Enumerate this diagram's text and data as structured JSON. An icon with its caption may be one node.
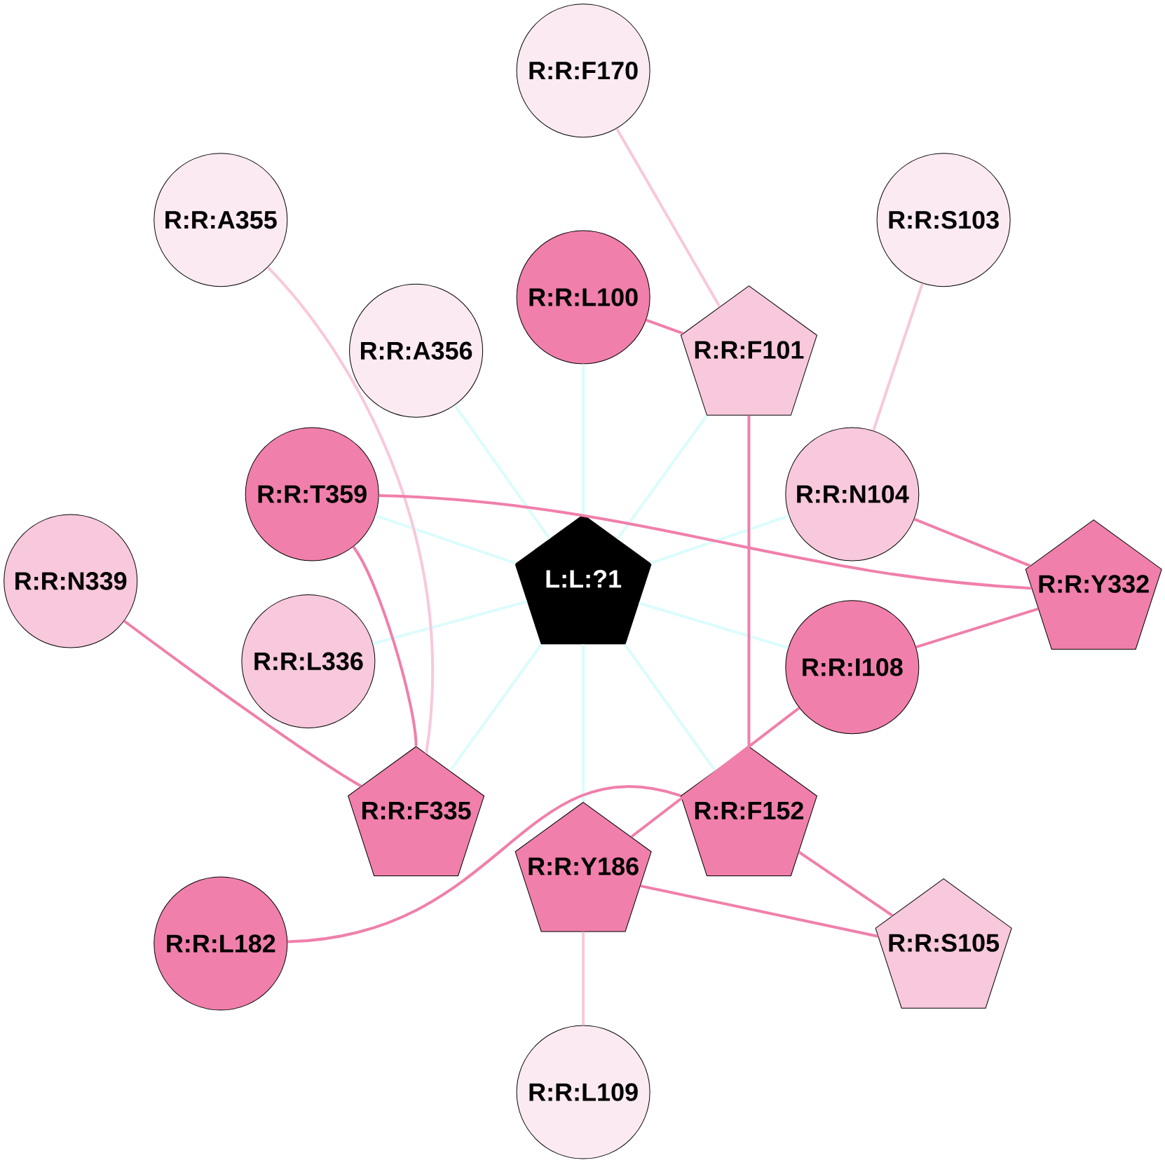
{
  "diagram": {
    "nodes": [
      {
        "text": [
          "L:L:?1"
        ]
      },
      {
        "text": [
          "R:R:F170"
        ]
      },
      {
        "text": [
          "R:R:A355"
        ]
      },
      {
        "text": [
          "R:R:S103"
        ]
      },
      {
        "text": [
          "R:R:L100"
        ]
      },
      {
        "text": [
          "R:R:F101"
        ]
      },
      {
        "text": [
          "R:R:A356"
        ]
      },
      {
        "text": [
          "R:R:T359"
        ]
      },
      {
        "text": [
          "R:R:N104"
        ]
      },
      {
        "text": [
          "R:R:N339"
        ]
      },
      {
        "text": [
          "R:R:Y332"
        ]
      },
      {
        "text": [
          "R:R:L336"
        ]
      },
      {
        "text": [
          "R:R:I108"
        ]
      },
      {
        "text": [
          "R:R:F335"
        ]
      },
      {
        "text": [
          "R:R:F152"
        ]
      },
      {
        "text": [
          "R:R:Y186"
        ]
      },
      {
        "text": [
          "R:R:L182"
        ]
      },
      {
        "text": [
          "R:R:S105"
        ]
      },
      {
        "text": [
          "R:R:L109"
        ]
      }
    ],
    "edges": [
      {
        "from": 0,
        "to": 4,
        "arrow": "none",
        "color": "#dcfcfc"
      },
      {
        "from": 0,
        "to": 5,
        "arrow": "none",
        "color": "#dcfcfc"
      },
      {
        "from": 0,
        "to": 6,
        "arrow": "none",
        "color": "#dcfcfc"
      },
      {
        "from": 0,
        "to": 7,
        "arrow": "none",
        "color": "#dcfcfc"
      },
      {
        "from": 0,
        "to": 8,
        "arrow": "none",
        "color": "#dcfcfc"
      },
      {
        "from": 0,
        "to": 11,
        "arrow": "none",
        "color": "#dcfcfc"
      },
      {
        "from": 0,
        "to": 12,
        "arrow": "none",
        "color": "#dcfcfc"
      },
      {
        "from": 0,
        "to": 13,
        "arrow": "none",
        "color": "#dcfcfc"
      },
      {
        "from": 0,
        "to": 14,
        "arrow": "none",
        "color": "#dcfcfc"
      },
      {
        "from": 0,
        "to": 15,
        "arrow": "none",
        "color": "#dcfcfc"
      },
      {
        "from": 1,
        "to": 5,
        "arrow": "none",
        "color": "#f8c8dc"
      },
      {
        "from": 2,
        "to": 13,
        "arrow": "none",
        "color": "#f8c8dc"
      },
      {
        "from": 3,
        "to": 8,
        "arrow": "none",
        "color": "#f8c8dc"
      },
      {
        "from": 15,
        "to": 18,
        "arrow": "none",
        "color": "#f8c8dc"
      },
      {
        "from": 4,
        "to": 5,
        "arrow": "none",
        "color": "#f07fab"
      },
      {
        "from": 5,
        "to": 14,
        "arrow": "none",
        "color": "#f07fab"
      },
      {
        "from": 7,
        "to": 10,
        "arrow": "none",
        "color": "#f07fab"
      },
      {
        "from": 8,
        "to": 10,
        "arrow": "none",
        "color": "#f07fab"
      },
      {
        "from": 10,
        "to": 12,
        "arrow": "none",
        "color": "#f07fab"
      },
      {
        "from": 7,
        "to": 13,
        "arrow": "none",
        "color": "#f07fab"
      },
      {
        "from": 9,
        "to": 13,
        "arrow": "none",
        "color": "#f07fab"
      },
      {
        "from": 12,
        "to": 15,
        "arrow": "none",
        "color": "#f07fab"
      },
      {
        "from": 16,
        "to": 14,
        "arrow": "none",
        "color": "#f07fab"
      },
      {
        "from": 15,
        "to": 17,
        "arrow": "none",
        "color": "#f07fab"
      },
      {
        "from": 14,
        "to": 17,
        "arrow": "none",
        "color": "#f07fab"
      }
    ]
  }
}
